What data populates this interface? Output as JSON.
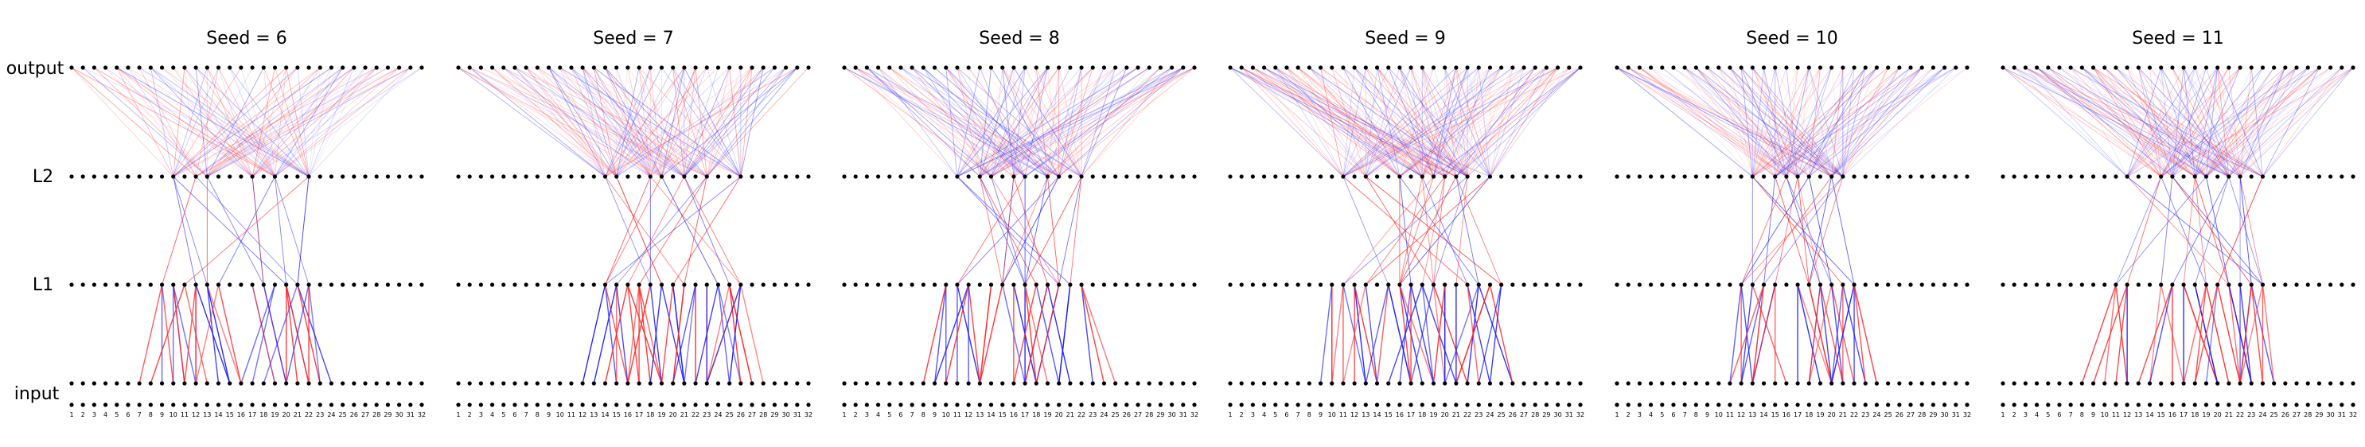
{
  "figure": {
    "row_labels": {
      "output": "output",
      "l2": "L2",
      "l1": "L1",
      "input": "input"
    },
    "colors": {
      "positive": "#ff2a2a",
      "negative": "#1a1aff",
      "node": "#000000"
    },
    "nodes_per_layer": 32,
    "tick_labels": [
      "1",
      "2",
      "3",
      "4",
      "5",
      "6",
      "7",
      "8",
      "9",
      "10",
      "11",
      "12",
      "13",
      "14",
      "15",
      "16",
      "17",
      "18",
      "19",
      "20",
      "21",
      "22",
      "23",
      "24",
      "25",
      "26",
      "27",
      "28",
      "29",
      "30",
      "31",
      "32"
    ],
    "panels": [
      {
        "title": "Seed = 6",
        "l1_active": [
          9,
          10,
          11,
          12,
          13,
          14,
          17,
          18,
          19,
          20,
          21,
          22
        ],
        "l2_active": [
          10,
          12,
          13,
          17,
          19,
          22
        ]
      },
      {
        "title": "Seed = 7",
        "l1_active": [
          14,
          15,
          16,
          17,
          18,
          19,
          20,
          21,
          22,
          23,
          24,
          25,
          26
        ],
        "l2_active": [
          14,
          15,
          18,
          19,
          21,
          23,
          26
        ]
      },
      {
        "title": "Seed = 8",
        "l1_active": [
          10,
          11,
          12,
          14,
          15,
          16,
          17,
          18,
          19,
          20,
          21,
          22
        ],
        "l2_active": [
          11,
          13,
          14,
          16,
          17,
          19,
          20,
          22
        ]
      },
      {
        "title": "Seed = 9",
        "l1_active": [
          10,
          11,
          12,
          13,
          15,
          16,
          17,
          18,
          19,
          20,
          21,
          22,
          23,
          24,
          25
        ],
        "l2_active": [
          11,
          13,
          16,
          18,
          19,
          20,
          21,
          22,
          24
        ]
      },
      {
        "title": "Seed = 10",
        "l1_active": [
          12,
          13,
          14,
          15,
          17,
          18,
          19,
          20,
          21,
          22
        ],
        "l2_active": [
          13,
          15,
          16,
          17,
          18,
          20,
          21
        ]
      },
      {
        "title": "Seed = 11",
        "l1_active": [
          11,
          12,
          15,
          16,
          17,
          18,
          19,
          20,
          21,
          22,
          23,
          24
        ],
        "l2_active": [
          12,
          15,
          16,
          18,
          19,
          21,
          22,
          24
        ]
      }
    ]
  }
}
